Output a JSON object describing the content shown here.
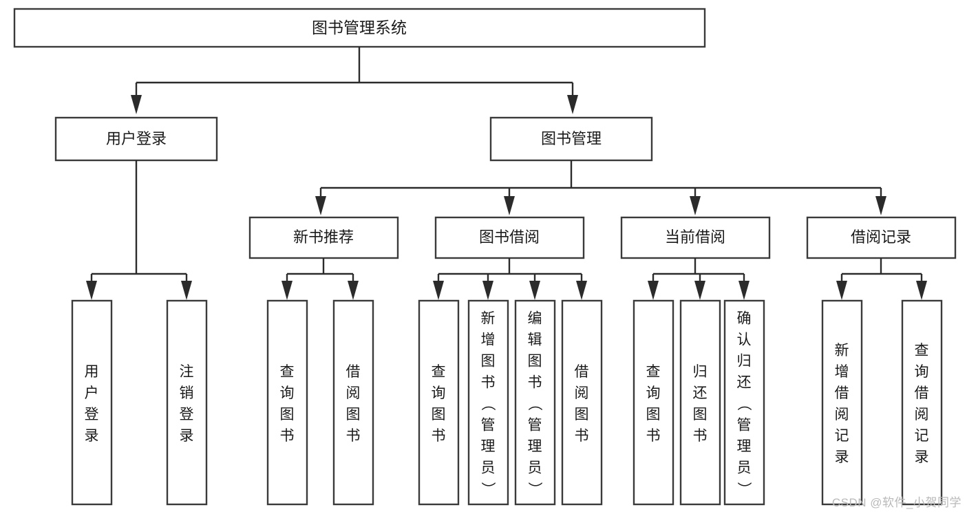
{
  "diagram": {
    "title": "图书管理系统",
    "type": "tree-hierarchy",
    "watermark": "CSDN @软件_小贺同学",
    "colors": {
      "background": "#ffffff",
      "box_stroke": "#3a3a3a",
      "connector": "#2b2b2b",
      "text": "#1a1a1a",
      "watermark": "#b9b9b9"
    },
    "nodes": {
      "root": {
        "label": "图书管理系统"
      },
      "level1": [
        {
          "label": "用户登录"
        },
        {
          "label": "图书管理"
        }
      ],
      "level2": [
        {
          "label": "新书推荐"
        },
        {
          "label": "图书借阅"
        },
        {
          "label": "当前借阅"
        },
        {
          "label": "借阅记录"
        }
      ],
      "leaves": {
        "user_login": [
          {
            "label": "用户登录"
          },
          {
            "label": "注销登录"
          }
        ],
        "new_book_recommend": [
          {
            "label": "查询图书"
          },
          {
            "label": "借阅图书"
          }
        ],
        "book_borrow": [
          {
            "label": "查询图书"
          },
          {
            "label": "新增图书（管理员）"
          },
          {
            "label": "编辑图书（管理员）"
          },
          {
            "label": "借阅图书"
          }
        ],
        "current_borrow": [
          {
            "label": "查询图书"
          },
          {
            "label": "归还图书"
          },
          {
            "label": "确认归还（管理员）"
          }
        ],
        "borrow_record": [
          {
            "label": "新增借阅记录"
          },
          {
            "label": "查询借阅记录"
          }
        ]
      }
    }
  }
}
